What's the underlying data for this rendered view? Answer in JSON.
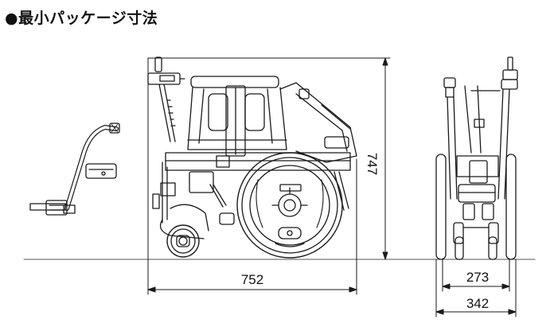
{
  "heading": "●最小パッケージ寸法",
  "dimensions": {
    "height": "747",
    "length": "752",
    "width_inner": "273",
    "width_outer": "342"
  },
  "colors": {
    "line": "#1a1a1a",
    "ground": "#555555"
  }
}
